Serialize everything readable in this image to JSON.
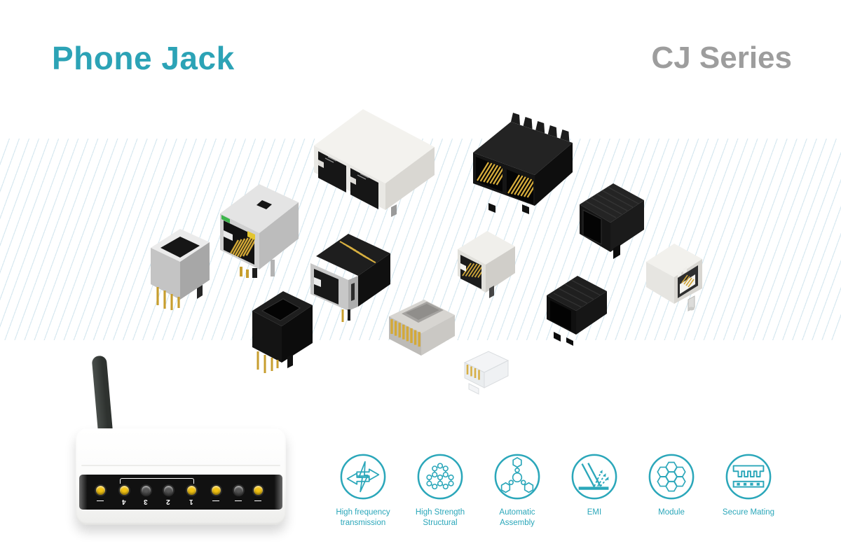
{
  "header": {
    "title": "Phone Jack",
    "series": "CJ Series"
  },
  "features": [
    {
      "icon": "high-frequency-transmission-icon",
      "line1": "High frequency",
      "line2": "transmission"
    },
    {
      "icon": "high-strength-structural-icon",
      "line1": "High Strength",
      "line2": "Structural"
    },
    {
      "icon": "automatic-assembly-icon",
      "line1": "Automatic",
      "line2": "Assembly"
    },
    {
      "icon": "emi-icon",
      "line1": "EMI",
      "line2": ""
    },
    {
      "icon": "module-icon",
      "line1": "Module",
      "line2": ""
    },
    {
      "icon": "secure-mating-icon",
      "line1": "Secure Mating",
      "line2": ""
    }
  ],
  "router": {
    "port_labels": [
      "—",
      "4",
      "3",
      "2",
      "1",
      "—",
      "—",
      "—"
    ],
    "led_colors": [
      "#f3c313",
      "#f3c313",
      "#575757",
      "#575757",
      "#f3c313",
      "#f3c313",
      "#575757",
      "#f3c313"
    ]
  },
  "products": [
    {
      "name": "vertical-jack-gray"
    },
    {
      "name": "shielded-jack-with-leds"
    },
    {
      "name": "dual-port-jack-white"
    },
    {
      "name": "dual-port-jack-black"
    },
    {
      "name": "single-port-jack-black"
    },
    {
      "name": "jack-gold-contact-top"
    },
    {
      "name": "compact-jack-white"
    },
    {
      "name": "compact-jack-white-right"
    },
    {
      "name": "vertical-jack-black"
    },
    {
      "name": "ribbed-jack-black"
    },
    {
      "name": "rj45-plug"
    },
    {
      "name": "rj11-plug-small"
    }
  ],
  "colors": {
    "accent": "#2ba7ba",
    "title": "#2ca3b6",
    "series": "#9d9d9d",
    "stripe": "#d7e8f0",
    "gold": "#d4a937"
  }
}
